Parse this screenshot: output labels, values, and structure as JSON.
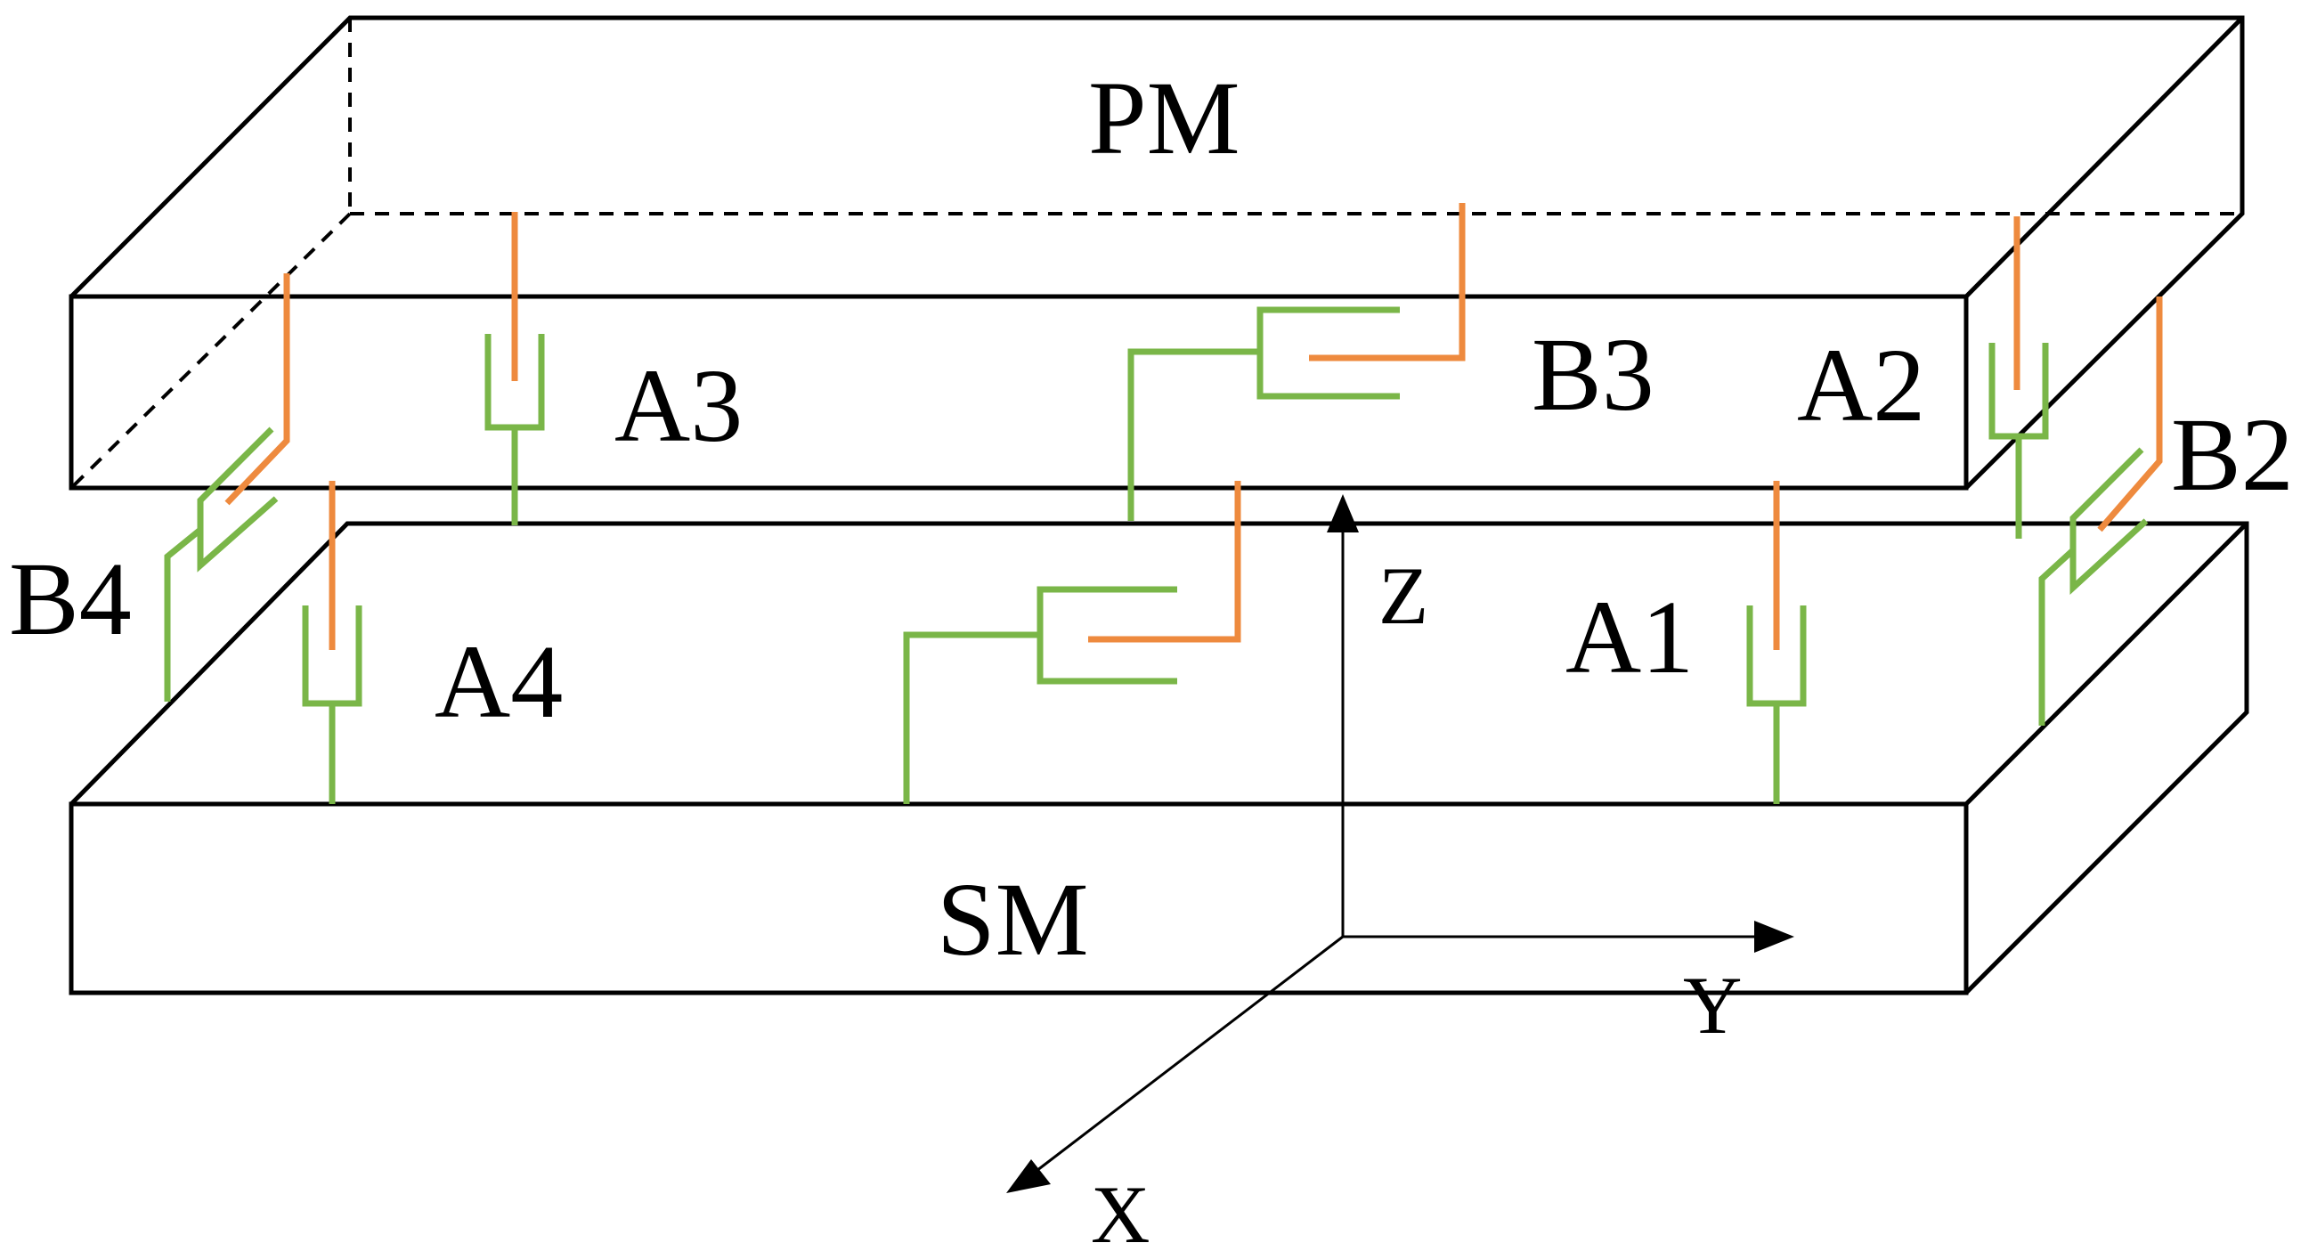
{
  "labels": {
    "pm": "PM",
    "sm": "SM",
    "a1": "A1",
    "a2": "A2",
    "a3": "A3",
    "a4": "A4",
    "b2": "B2",
    "b3": "B3",
    "b4": "B4",
    "axis_x": "X",
    "axis_y": "Y",
    "axis_z": "Z"
  },
  "colors": {
    "orange": "#ee8a3e",
    "green": "#7ab648",
    "outline": "#000000"
  }
}
